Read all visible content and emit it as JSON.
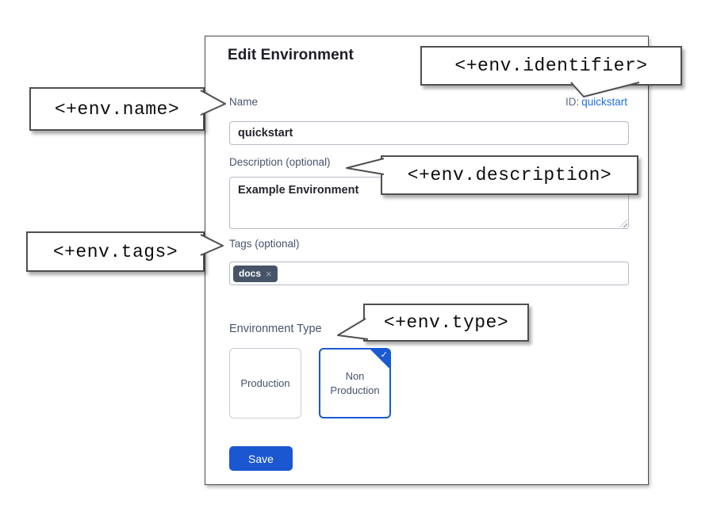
{
  "dialog": {
    "title": "Edit Environment",
    "id_label": "ID:",
    "id_value": "quickstart",
    "name": {
      "label": "Name",
      "value": "quickstart"
    },
    "description": {
      "label": "Description (optional)",
      "value": "Example Environment"
    },
    "tags": {
      "label": "Tags (optional)",
      "chips": [
        {
          "text": "docs"
        }
      ]
    },
    "environment_type": {
      "label": "Environment Type",
      "options": [
        {
          "label": "Production",
          "selected": false
        },
        {
          "label": "Non Production",
          "selected": true
        }
      ]
    },
    "save_label": "Save"
  },
  "callouts": {
    "identifier": "<+env.identifier>",
    "name": "<+env.name>",
    "description": "<+env.description>",
    "tags": "<+env.tags>",
    "type": "<+env.type>"
  },
  "icons": {
    "check": "✓",
    "remove_tag": "×"
  },
  "colors": {
    "primary_blue": "#1a57d0",
    "selected_card_blue": "#1a5ad1",
    "link_blue": "#1f6ce0",
    "tag_chip_bg": "#475468",
    "label_slate": "#47536e",
    "callout_border": "#4f4f4f"
  }
}
